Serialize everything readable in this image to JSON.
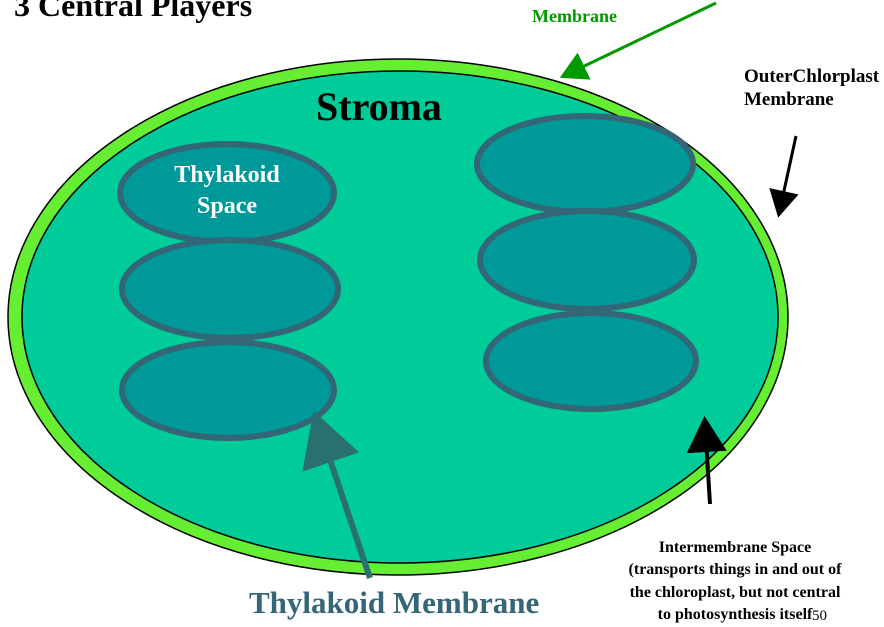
{
  "title": "3 Central Players",
  "labels": {
    "inner_membrane": "Membrane",
    "outer_membrane": [
      "OuterChlorplast",
      "Membrane"
    ],
    "stroma": "Stroma",
    "thylakoid_space": [
      "Thylakoid",
      "Space"
    ],
    "thylakoid_membrane": "Thylakoid Membrane",
    "intermembrane_space": [
      "Intermembrane Space",
      "(transports things in and out of",
      "the chloroplast, but not central",
      "to photosynthesis itself"
    ]
  },
  "page_number": "50",
  "colors": {
    "outer_membrane": "#66ee33",
    "stroma": "#00cc99",
    "thylakoid_fill": "#009999",
    "thylakoid_outline": "#336677",
    "inner_membrane_label": "#009900",
    "thylakoid_membrane_label": "#336677",
    "thylakoid_membrane_arrow": "#2a7070"
  }
}
